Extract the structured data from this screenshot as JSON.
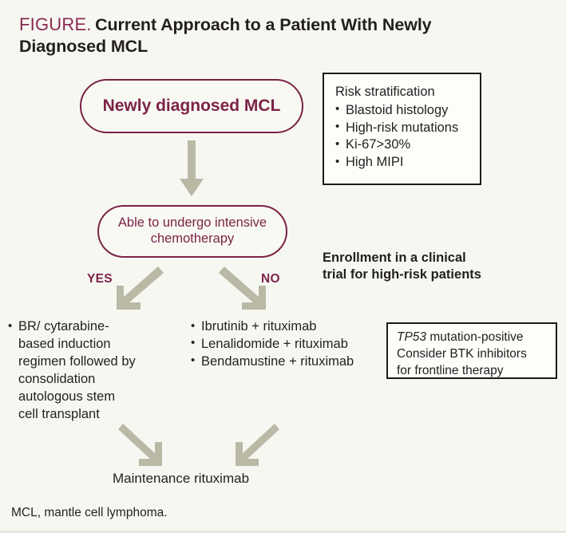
{
  "figure": {
    "label": "FIGURE.",
    "title": "Current Approach to a Patient With Newly Diagnosed MCL",
    "accent_color": "#8a2a52",
    "node_color": "#7b2346",
    "arrow_color": "#b9b9a6",
    "background_color": "#f7f7f2",
    "text_color": "#231f20"
  },
  "nodes": {
    "newly_diagnosed": "Newly diagnosed MCL",
    "able_chemo": "Able to undergo intensive chemotherapy",
    "maintenance": "Maintenance rituximab"
  },
  "risk_box": {
    "heading": "Risk stratification",
    "items": [
      "Blastoid histology",
      "High-risk mutations",
      "Ki-67>30%",
      "High MIPI"
    ]
  },
  "branches": {
    "yes": "YES",
    "no": "NO"
  },
  "intensive_options": [
    "BR/ cytarabine-based induction regimen followed by consolidation autologous stem cell transplant"
  ],
  "nonintensive_options": [
    "Ibrutinib + rituximab",
    "Lenalidomide + rituximab",
    "Bendamustine + rituximab"
  ],
  "enrollment_note": "Enrollment in a clinical trial for high-risk patients",
  "tp53_box": {
    "gene": "TP53",
    "line1_rest": " mutation-positive",
    "line2": "Consider BTK inhibitors",
    "line3": "for frontline therapy"
  },
  "footnote": "MCL, mantle cell lymphoma."
}
